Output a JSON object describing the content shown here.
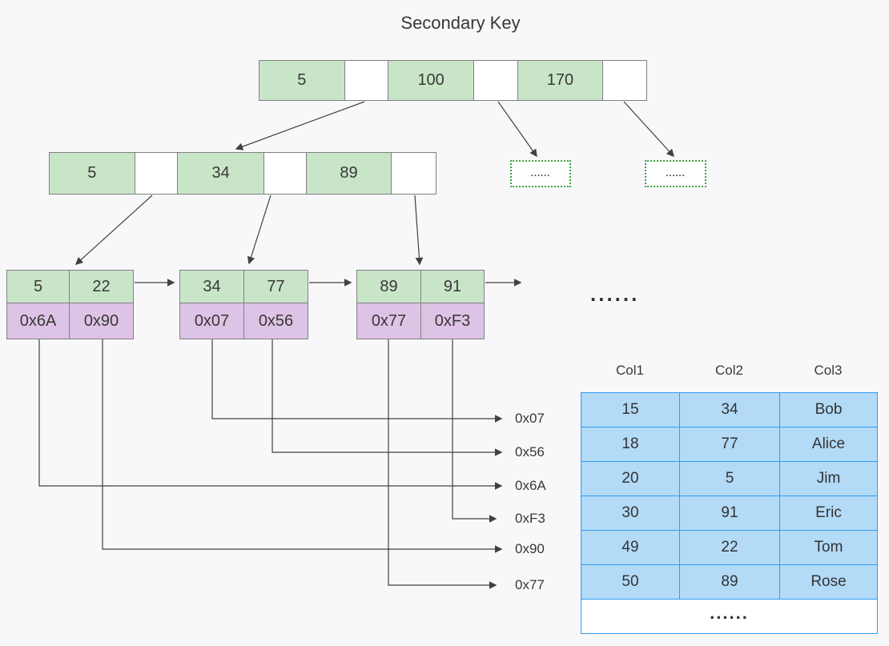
{
  "title": "Secondary Key",
  "colors": {
    "background": "#f8f8fa",
    "key_cell_green": "#c9e5c8",
    "pointer_cell_purple": "#ddc3e5",
    "table_cell_blue": "#b3daf7",
    "table_border_blue": "#2f9cf2",
    "node_border_gray": "#808080",
    "ellipsis_box_border_green": "#3ea13f",
    "line_color": "#404040",
    "text_color": "#383838"
  },
  "tree": {
    "root": {
      "keys": [
        "5",
        "100",
        "170"
      ]
    },
    "internal": {
      "keys": [
        "5",
        "34",
        "89"
      ]
    },
    "ellipsis_nodes": [
      {
        "label": "......"
      },
      {
        "label": "......"
      }
    ],
    "leaves": [
      {
        "keys": [
          "5",
          "22"
        ],
        "pointers": [
          "0x6A",
          "0x90"
        ]
      },
      {
        "keys": [
          "34",
          "77"
        ],
        "pointers": [
          "0x07",
          "0x56"
        ]
      },
      {
        "keys": [
          "89",
          "91"
        ],
        "pointers": [
          "0x77",
          "0xF3"
        ]
      }
    ],
    "leaf_chain_ellipsis": "......"
  },
  "pointer_labels": [
    {
      "label": "0x07"
    },
    {
      "label": "0x56"
    },
    {
      "label": "0x6A"
    },
    {
      "label": "0xF3"
    },
    {
      "label": "0x90"
    },
    {
      "label": "0x77"
    }
  ],
  "table": {
    "headers": [
      "Col1",
      "Col2",
      "Col3"
    ],
    "rows": [
      [
        "15",
        "34",
        "Bob"
      ],
      [
        "18",
        "77",
        "Alice"
      ],
      [
        "20",
        "5",
        "Jim"
      ],
      [
        "30",
        "91",
        "Eric"
      ],
      [
        "49",
        "22",
        "Tom"
      ],
      [
        "50",
        "89",
        "Rose"
      ]
    ],
    "ellipsis_row": "......"
  }
}
